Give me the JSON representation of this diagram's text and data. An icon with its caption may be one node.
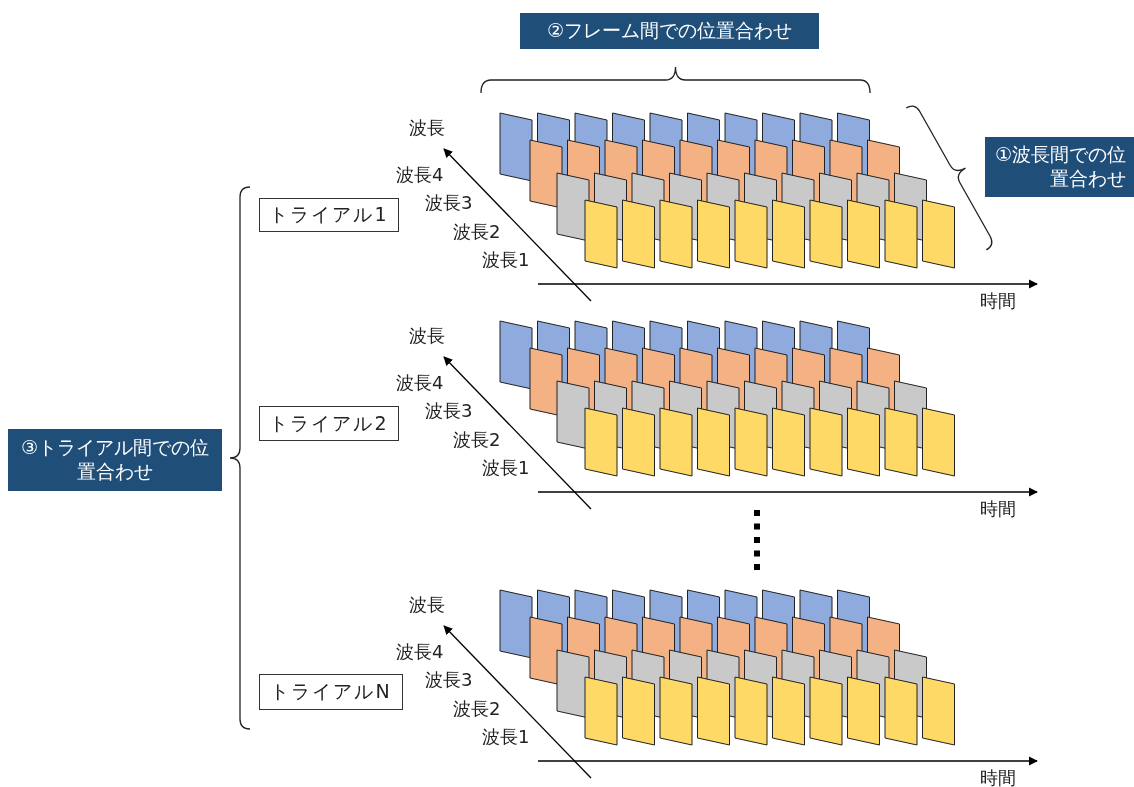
{
  "diagram": {
    "nodes": [
      {
        "text": [
          "②フレーム間での位置合わせ"
        ]
      },
      {
        "text": [
          "①波長間での位置合わせ"
        ]
      },
      {
        "text": [
          "トライアル1"
        ]
      },
      {
        "text": [
          "③トライアル間での位置合わせ"
        ]
      },
      {
        "text": [
          "トライアル2"
        ]
      },
      {
        "text": [
          "トライアルN"
        ]
      }
    ],
    "labels": [
      "波長",
      "波長4",
      "波長3",
      "波長2",
      "波長1",
      "時間",
      "波長",
      "波長4",
      "波長3",
      "波長2",
      "波長1",
      "時間",
      "波長",
      "波長4",
      "波長3",
      "波長2",
      "波長1",
      "時間"
    ]
  }
}
